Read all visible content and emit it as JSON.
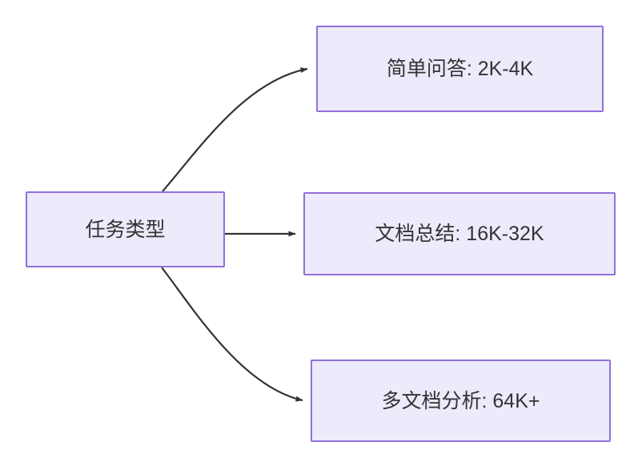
{
  "diagram": {
    "type": "flowchart",
    "direction": "left-to-right",
    "background_color": "#FFFFFF",
    "node_fill_color": "#ECEAFB",
    "node_border_color": "#9370DB",
    "node_text_color": "#333333",
    "edge_color": "#333333",
    "root": {
      "id": "task-type",
      "label": "任务类型"
    },
    "branches": [
      {
        "id": "simple-qa",
        "label": "简单问答: 2K-4K",
        "task": "简单问答",
        "range": "2K-4K",
        "edge_style": "curved"
      },
      {
        "id": "doc-summary",
        "label": "文档总结: 16K-32K",
        "task": "文档总结",
        "range": "16K-32K",
        "edge_style": "straight"
      },
      {
        "id": "multi-doc",
        "label": "多文档分析: 64K+",
        "task": "多文档分析",
        "range": "64K+",
        "edge_style": "curved"
      }
    ]
  }
}
